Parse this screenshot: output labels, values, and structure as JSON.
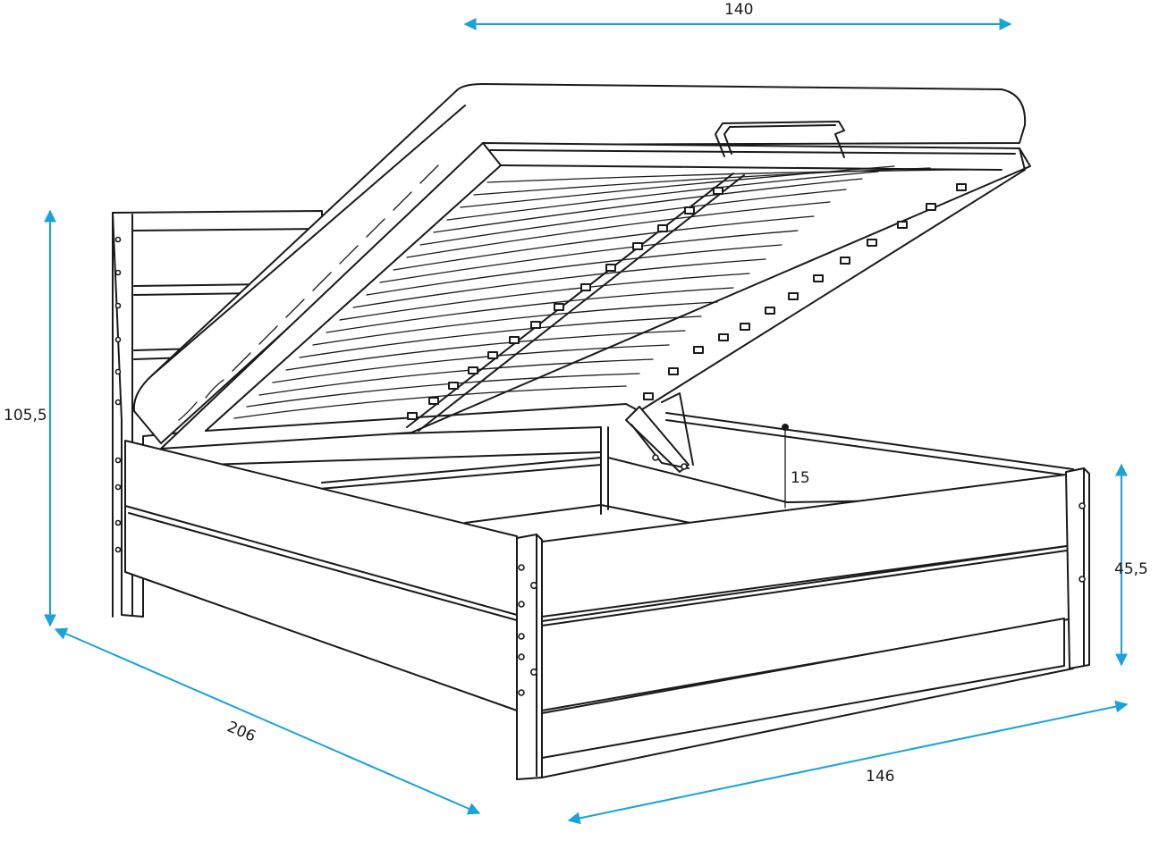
{
  "dimensions": {
    "top_width": "140",
    "height_total": "105,5",
    "length": "206",
    "width_front": "146",
    "height_side": "45,5",
    "storage_depth": "15"
  },
  "colors": {
    "dimension_line": "#1aa3db",
    "outline": "#1a1a1a",
    "background": "#ffffff"
  }
}
